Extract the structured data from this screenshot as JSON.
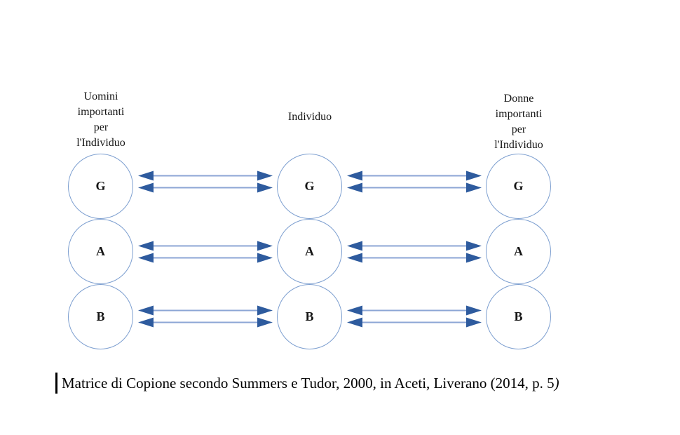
{
  "figure": {
    "columns": [
      {
        "header": "Uomini\nimportanti\nper\nl'Individuo",
        "nodes": [
          "G",
          "A",
          "B"
        ]
      },
      {
        "header": "Individuo",
        "nodes": [
          "G",
          "A",
          "B"
        ]
      },
      {
        "header": "Donne\nimportanti\nper\nl'Individuo",
        "nodes": [
          "G",
          "A",
          "B"
        ]
      }
    ],
    "colors": {
      "background": "#ffffff",
      "circle_stroke": "#7d9fd0",
      "arrow_line": "#8ca6d5",
      "arrow_head": "#2e5b9e",
      "text": "#151515"
    }
  },
  "caption": {
    "text": "Matrice di Copione secondo Summers e Tudor, 2000, in Aceti, Liverano (2014, p. 5",
    "closing_italic": ")"
  }
}
